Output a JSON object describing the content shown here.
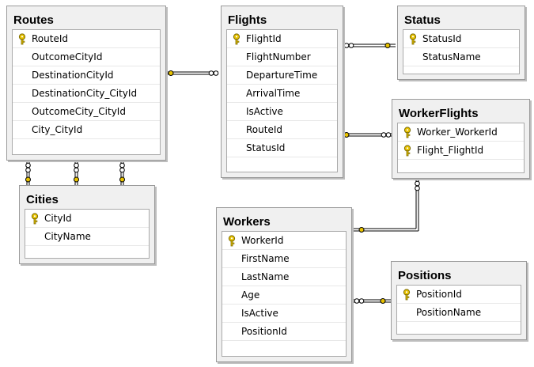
{
  "colors": {
    "key": "#e8c200",
    "line": "#000000",
    "panel": "#f0f0f0"
  },
  "tables": [
    {
      "id": "routes",
      "title": "Routes",
      "columns": [
        {
          "name": "RouteId",
          "pk": true
        },
        {
          "name": "OutcomeCityId"
        },
        {
          "name": "DestinationCityId"
        },
        {
          "name": "DestinationCity_CityId"
        },
        {
          "name": "OutcomeCity_CityId"
        },
        {
          "name": "City_CityId"
        }
      ]
    },
    {
      "id": "flights",
      "title": "Flights",
      "columns": [
        {
          "name": "FlightId",
          "pk": true
        },
        {
          "name": "FlightNumber"
        },
        {
          "name": "DepartureTime"
        },
        {
          "name": "ArrivalTime"
        },
        {
          "name": "IsActive"
        },
        {
          "name": "RouteId"
        },
        {
          "name": "StatusId"
        }
      ]
    },
    {
      "id": "status",
      "title": "Status",
      "columns": [
        {
          "name": "StatusId",
          "pk": true
        },
        {
          "name": "StatusName"
        }
      ]
    },
    {
      "id": "workerflights",
      "title": "WorkerFlights",
      "columns": [
        {
          "name": "Worker_WorkerId",
          "pk": true
        },
        {
          "name": "Flight_FlightId",
          "pk": true
        }
      ]
    },
    {
      "id": "cities",
      "title": "Cities",
      "columns": [
        {
          "name": "CityId",
          "pk": true
        },
        {
          "name": "CityName"
        }
      ]
    },
    {
      "id": "workers",
      "title": "Workers",
      "columns": [
        {
          "name": "WorkerId",
          "pk": true
        },
        {
          "name": "FirstName"
        },
        {
          "name": "LastName"
        },
        {
          "name": "Age"
        },
        {
          "name": "IsActive"
        },
        {
          "name": "PositionId"
        }
      ]
    },
    {
      "id": "positions",
      "title": "Positions",
      "columns": [
        {
          "name": "PositionId",
          "pk": true
        },
        {
          "name": "PositionName"
        }
      ]
    }
  ]
}
